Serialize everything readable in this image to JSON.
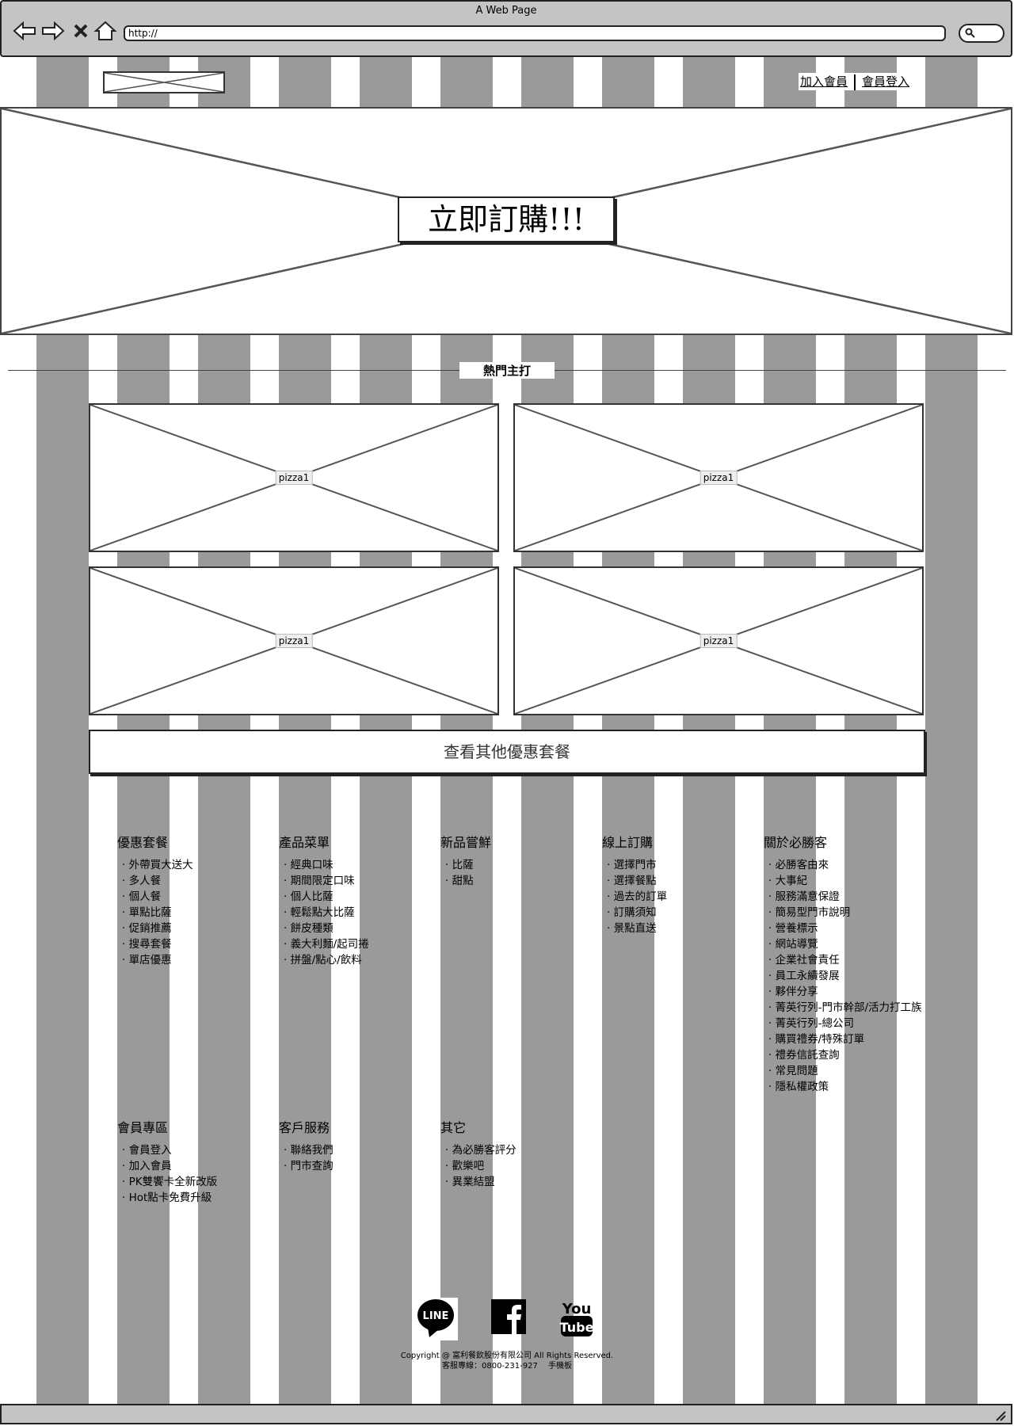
{
  "window": {
    "title": "A Web Page",
    "url": "http://"
  },
  "header": {
    "join_link": "加入會員",
    "login_link": "會員登入"
  },
  "hero": {
    "cta_label": "立即訂購!!!"
  },
  "hot_section": {
    "title": "熱門主打"
  },
  "cards": [
    {
      "label": "pizza1"
    },
    {
      "label": "pizza1"
    },
    {
      "label": "pizza1"
    },
    {
      "label": "pizza1"
    }
  ],
  "more_button": "查看其他優惠套餐",
  "footer_columns": [
    {
      "title": "優惠套餐",
      "items": [
        "外帶買大送大",
        "多人餐",
        "個人餐",
        "單點比薩",
        "促銷推薦",
        "搜尋套餐",
        "單店優惠"
      ]
    },
    {
      "title": "產品菜單",
      "items": [
        "經典口味",
        "期間限定口味",
        "個人比薩",
        "輕鬆點大比薩",
        "餅皮種類",
        "義大利麵/起司捲",
        "拼盤/點心/飲料"
      ]
    },
    {
      "title": "新品嘗鮮",
      "items": [
        "比薩",
        "甜點"
      ]
    },
    {
      "title": "線上訂購",
      "items": [
        "選擇門市",
        "選擇餐點",
        "過去的訂單",
        "訂購須知",
        "景點直送"
      ]
    },
    {
      "title": "關於必勝客",
      "items": [
        "必勝客由來",
        "大事紀",
        "服務滿意保證",
        "簡易型門市說明",
        "營養標示",
        "網站導覽",
        "企業社會責任",
        "員工永續發展",
        "夥伴分享",
        "菁英行列-門市幹部/活力打工族",
        "菁英行列-總公司",
        "購買禮券/特殊訂單",
        "禮券信託查詢",
        "常見問題",
        "隱私權政策"
      ]
    },
    {
      "title": "會員專區",
      "items": [
        "會員登入",
        "加入會員",
        "PK雙饗卡全新改版",
        "Hot點卡免費升級"
      ]
    },
    {
      "title": "客戶服務",
      "items": [
        "聯絡我們",
        "門市查詢"
      ]
    },
    {
      "title": "其它",
      "items": [
        "為必勝客評分",
        "歡樂吧",
        "異業結盟"
      ]
    }
  ],
  "social": {
    "line_label": "LINE",
    "youtube_top": "You",
    "youtube_bottom": "Tube"
  },
  "copyright": {
    "line1": "Copyright @ 富利餐飲股份有限公司 All Rights Reserved.",
    "line2": "客服專線：0800-231-927　 手機板"
  }
}
